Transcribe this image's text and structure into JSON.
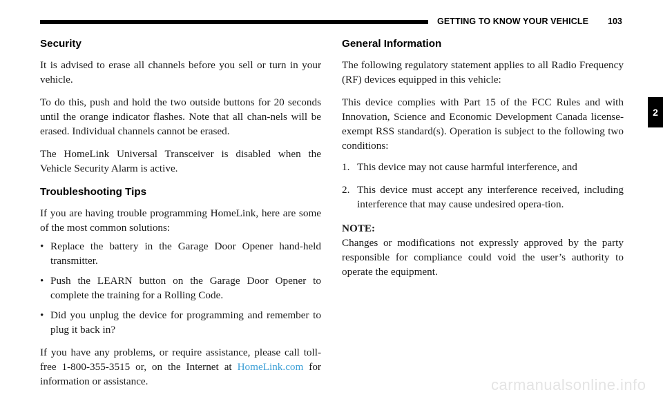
{
  "header": {
    "title": "GETTING TO KNOW YOUR VEHICLE",
    "page_number": "103",
    "chapter_tab": "2"
  },
  "left_column": {
    "security_heading": "Security",
    "security_p1": "It is advised to erase all channels before you sell or turn in your vehicle.",
    "security_p2": "To do this, push and hold the two outside buttons for 20 seconds until the orange indicator flashes. Note that all chan-nels will be erased. Individual channels cannot be erased.",
    "security_p3": "The HomeLink Universal Transceiver is disabled when the Vehicle Security Alarm is active.",
    "troubleshooting_heading": "Troubleshooting Tips",
    "troubleshooting_intro": "If you are having trouble programming HomeLink, here are some of the most common solutions:",
    "bullets": [
      "Replace the battery in the Garage Door Opener hand-held transmitter.",
      "Push the LEARN button on the Garage Door Opener to complete the training for a Rolling Code.",
      "Did you unplug the device for programming and remember to plug it back in?"
    ],
    "contact_text_before": "If you have any problems, or require assistance, please call toll-free 1-800-355-3515 or, on the Internet at ",
    "contact_link": "HomeLink.com",
    "contact_text_after": " for information or assistance."
  },
  "right_column": {
    "general_heading": "General Information",
    "general_p1": "The following regulatory statement applies to all Radio Frequency (RF) devices equipped in this vehicle:",
    "general_p2": "This device complies with Part 15 of the FCC Rules and with Innovation, Science and Economic Development Canada license-exempt RSS standard(s). Operation is subject to the following two conditions:",
    "conditions": [
      {
        "num": "1.",
        "text": "This device may not cause harmful interference, and"
      },
      {
        "num": "2.",
        "text": "This device must accept any interference received, including interference that may cause undesired opera-tion."
      }
    ],
    "note_label": "NOTE:",
    "note_text": "Changes or modifications not expressly approved by the party responsible for compliance could void the user’s authority to operate the equipment."
  },
  "watermark": "carmanualsonline.info"
}
